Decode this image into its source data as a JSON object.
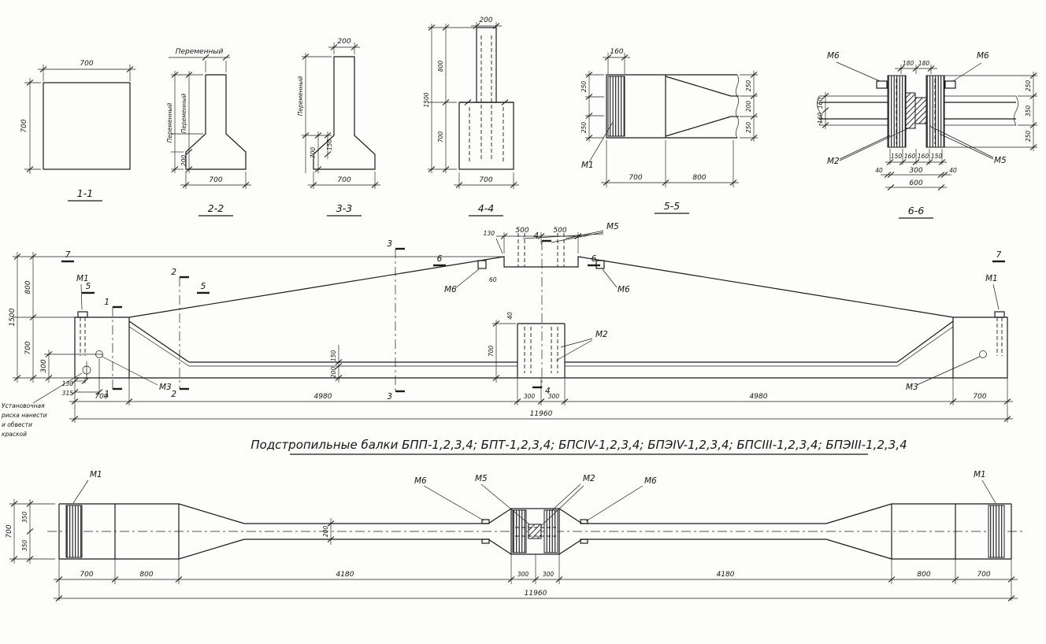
{
  "title": "Подстропильные балки БПП-1,2,3,4; БПТ-1,2,3,4; БПСIV-1,2,3,4; БПЭIV-1,2,3,4; БПСIII-1,2,3,4; БПЭIII-1,2,3,4",
  "note": [
    "Установочная",
    "риска нанести",
    "и обвести",
    "краской"
  ],
  "s1": {
    "label": "1-1",
    "w700": "700",
    "h700": "700"
  },
  "s2": {
    "label": "2-2",
    "top": "Переменный",
    "va": "Переменный",
    "vb": "Переменный",
    "h200": "200",
    "b700": "700"
  },
  "s3": {
    "label": "3-3",
    "t200": "200",
    "var": "Переменный",
    "v700": "700",
    "v150": "150",
    "b700": "700"
  },
  "s4": {
    "label": "4-4",
    "t200": "200",
    "h1500": "1500",
    "h800": "800",
    "h700": "700",
    "b700": "700"
  },
  "s5": {
    "label": "5-5",
    "t160": "160",
    "l250a": "250",
    "l250b": "250",
    "r250a": "250",
    "r200": "200",
    "r250b": "250",
    "m1": "М1",
    "b700": "700",
    "b800": "800"
  },
  "s6": {
    "label": "6-6",
    "m6l": "М6",
    "m6r": "М6",
    "m2": "М2",
    "m5": "М5",
    "t180a": "180",
    "t180b": "180",
    "l160a": "160",
    "l160b": "160",
    "r250a": "250",
    "r350": "350",
    "r250b": "250",
    "c150a": "150",
    "c160a": "160",
    "c160b": "160",
    "c150b": "150",
    "c40a": "40",
    "c300": "300",
    "c40b": "40",
    "c600": "600"
  },
  "ev": {
    "m1l": "М1",
    "m1r": "М1",
    "m2": "М2",
    "m3l": "М3",
    "m3r": "М3",
    "m5": "М5",
    "m6l": "М6",
    "m6r": "М6",
    "c1": "1",
    "c2": "2",
    "c3": "3",
    "c4": "4",
    "c5": "5",
    "c6": "6",
    "c7": "7",
    "h1500": "1500",
    "h800": "800",
    "h700": "700",
    "h300": "300",
    "t130": "130",
    "t500a": "500",
    "t500b": "500",
    "d60": "60",
    "d40": "40",
    "f150": "150",
    "f200": "200",
    "cb700": "700",
    "e130": "130",
    "e315": "315",
    "b700l": "700",
    "b4980l": "4980",
    "b300l": "300",
    "b300r": "300",
    "b4980r": "4980",
    "b700r": "700",
    "total": "11960"
  },
  "pl": {
    "m1l": "М1",
    "m6l": "М6",
    "m5": "М5",
    "m2": "М2",
    "m6r": "М6",
    "m1r": "М1",
    "w700": "700",
    "w350a": "350",
    "w350b": "350",
    "web200": "200",
    "b700l": "700",
    "b800l": "800",
    "b4180l": "4180",
    "b300l": "300",
    "b300r": "300",
    "b4180r": "4180",
    "b800r": "800",
    "b700r": "700",
    "total": "11960"
  }
}
